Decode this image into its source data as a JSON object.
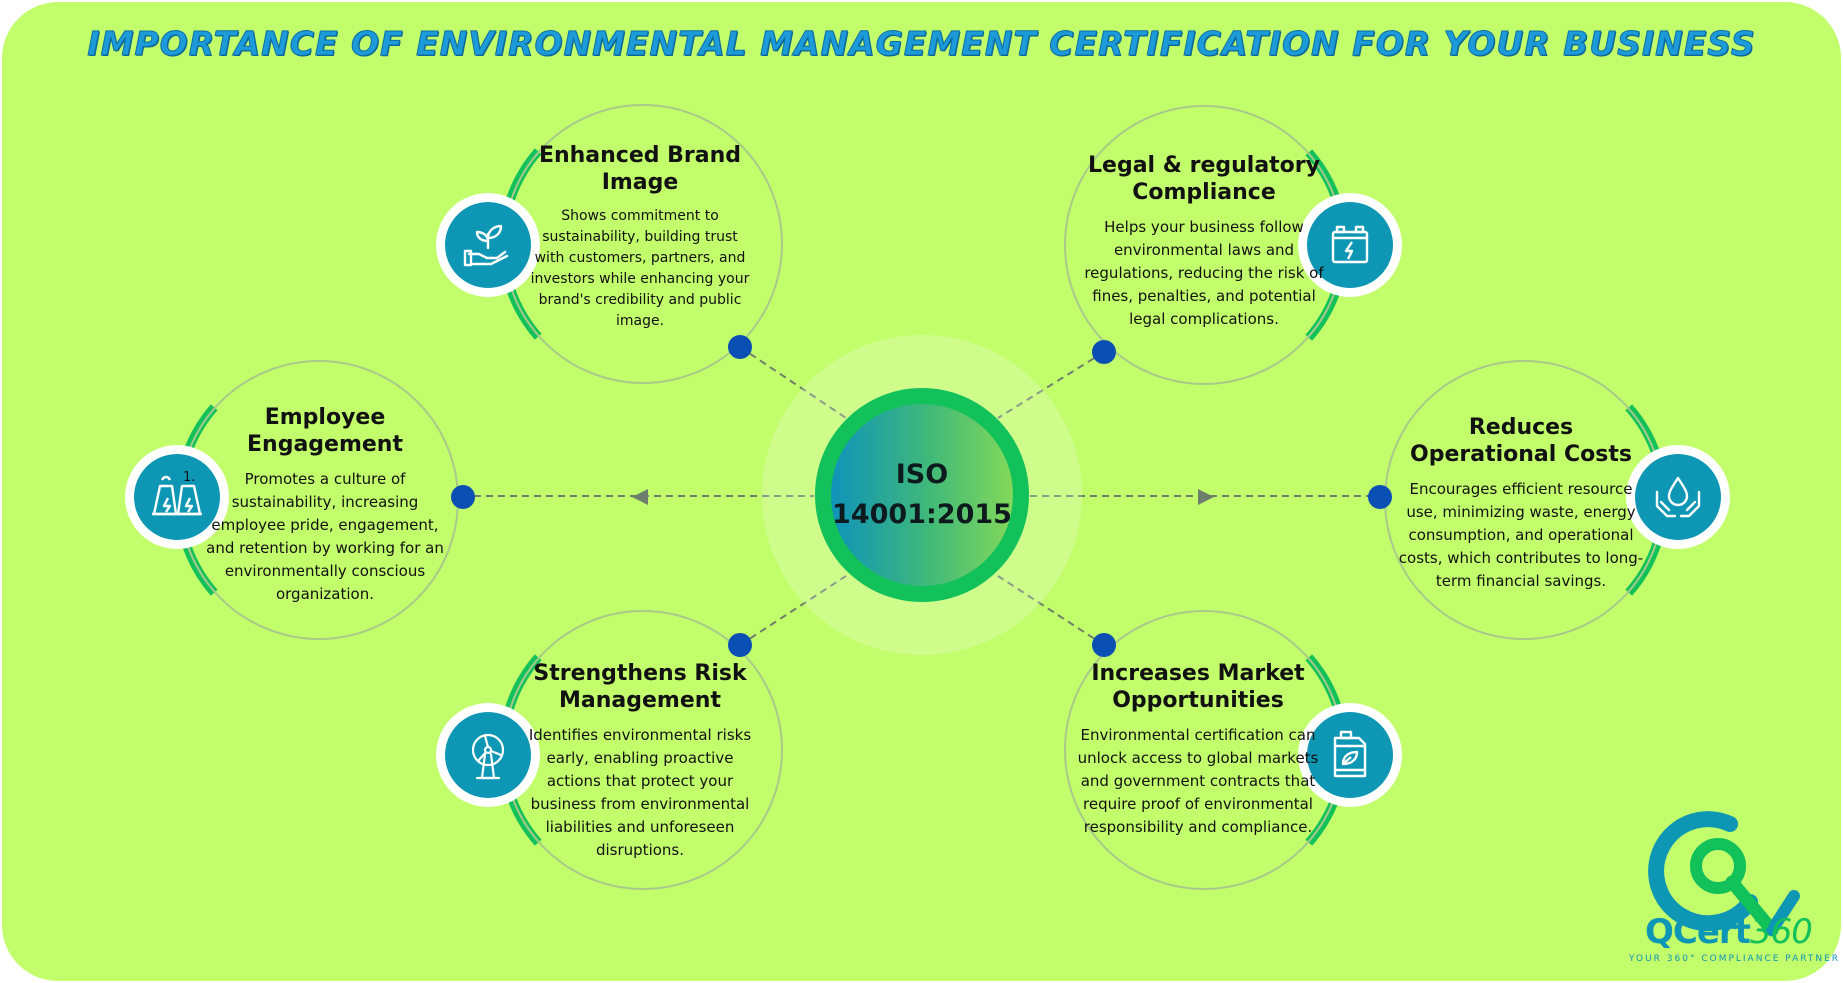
{
  "title": "Importance of Environmental Management Certification for Your Business",
  "center": {
    "line1": "ISO",
    "line2": "14001:2015"
  },
  "nodes": {
    "brand": {
      "icon": "hand-plant-icon",
      "title": "Enhanced Brand Image",
      "body": "Shows commitment to sustainability, building trust with customers, partners, and investors while enhancing your brand's credibility and public image."
    },
    "legal": {
      "icon": "battery-icon",
      "title": "Legal & regulatory Compliance",
      "body": "Helps your business follow environmental laws and regulations, reducing the risk of fines, penalties, and potential legal complications."
    },
    "employee": {
      "icon": "power-plant-icon",
      "list_marker": "1.",
      "title": "Employee Engagement",
      "body": "Promotes a culture of sustainability, increasing employee pride, engagement, and retention by working for an environmentally conscious organization."
    },
    "costs": {
      "icon": "hands-water-drop-icon",
      "title": "Reduces Operational Costs",
      "body": "Encourages efficient resource use, minimizing waste, energy consumption, and operational costs, which contributes to long-term financial savings."
    },
    "risk": {
      "icon": "wind-turbine-icon",
      "title": "Strengthens Risk Management",
      "body": "Identifies environmental risks early, enabling proactive actions that protect your business from environmental liabilities and unforeseen disruptions."
    },
    "market": {
      "icon": "eco-canister-icon",
      "title": "Increases Market Opportunities",
      "body": "Environmental certification can unlock access to global markets and government contracts that require proof of environmental responsibility and compliance."
    }
  },
  "logo": {
    "brand": "QCert",
    "number": "360",
    "tagline": "YOUR 360° COMPLIANCE PARTNER"
  },
  "colors": {
    "background": "#c2fd6c",
    "title": "#1c9bd8",
    "arc": "#12c15a",
    "icon": "#0e97b5",
    "dot": "#0b4fb4"
  }
}
